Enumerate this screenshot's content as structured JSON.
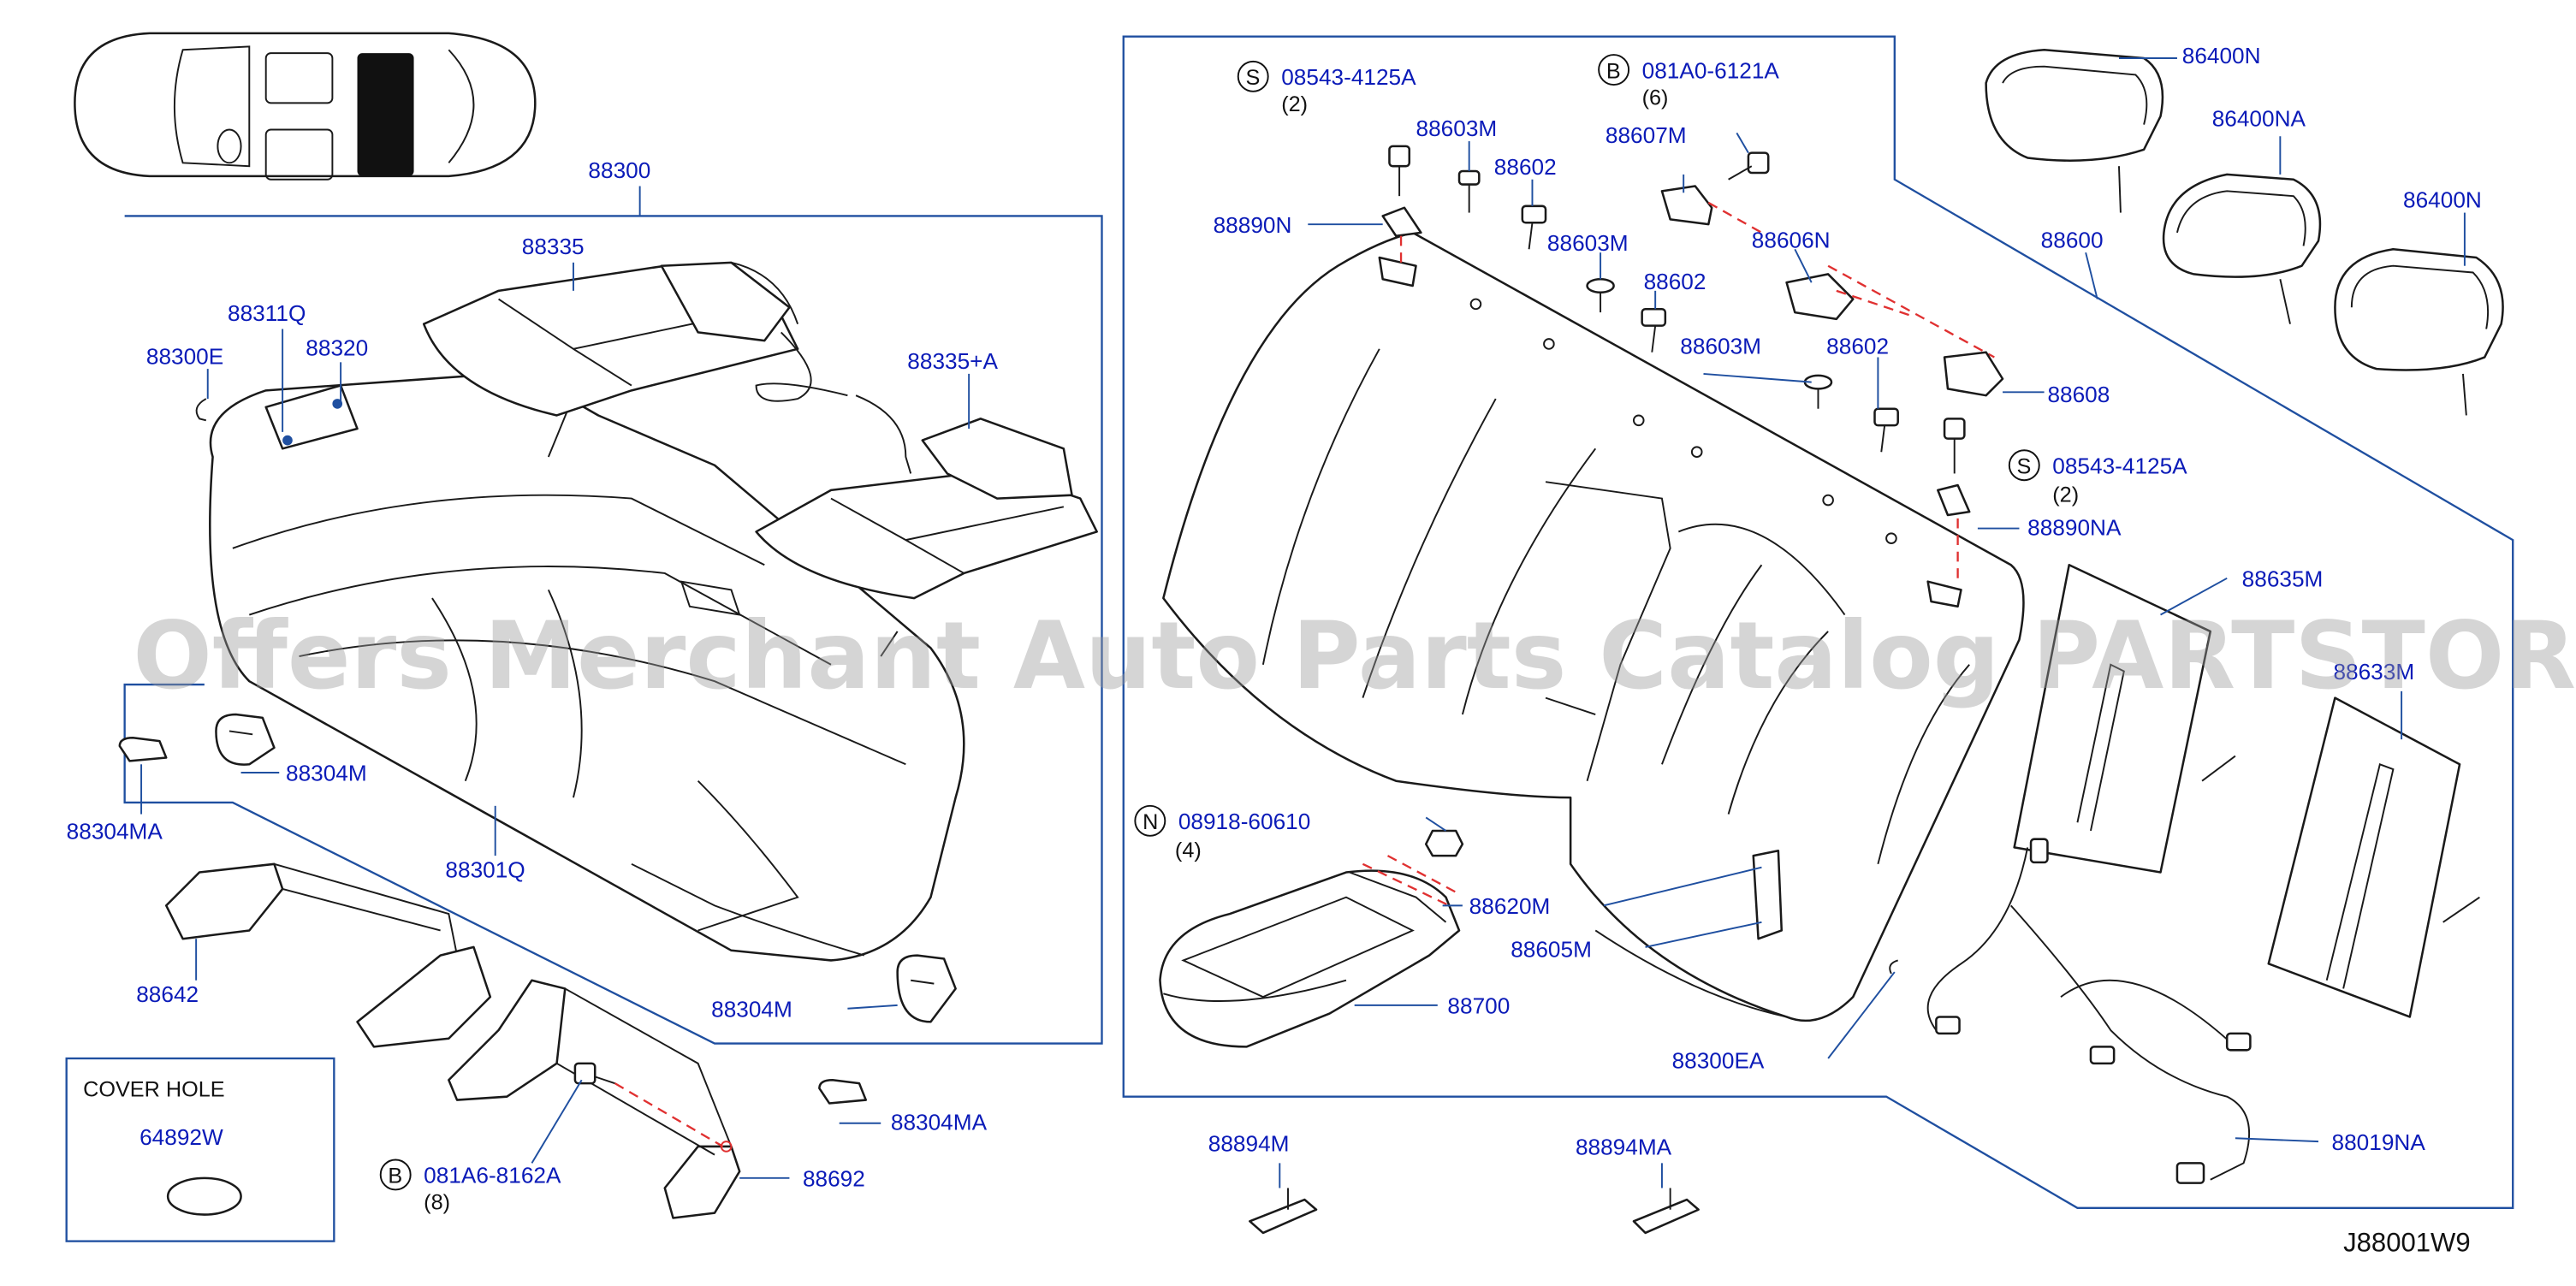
{
  "callouts": {
    "p88300": "88300",
    "p88335": "88335",
    "p88311Q": "88311Q",
    "p88320": "88320",
    "p88300E": "88300E",
    "p88335A": "88335+A",
    "p88304M_a": "88304M",
    "p88304MA_a": "88304MA",
    "p88301Q": "88301Q",
    "p88642": "88642",
    "p88304M_b": "88304M",
    "p88304MA_b": "88304MA",
    "p88692": "88692",
    "b081A6": "081A6-8162A",
    "b081A6_qty": "(8)",
    "s08543_top": "08543-4125A",
    "s08543_top_qty": "(2)",
    "p88603M_a": "88603M",
    "p88602_a": "88602",
    "p88890N": "88890N",
    "b081A0": "081A0-6121A",
    "b081A0_qty": "(6)",
    "p88607M": "88607M",
    "p88603M_b": "88603M",
    "p88602_b": "88602",
    "p88606N": "88606N",
    "p88603M_c": "88603M",
    "p88602_c": "88602",
    "p88608": "88608",
    "s08543_bot": "08543-4125A",
    "s08543_bot_qty": "(2)",
    "p88890NA": "88890NA",
    "p88600": "88600",
    "p86400N_a": "86400N",
    "p86400NA": "86400NA",
    "p86400N_b": "86400N",
    "p88635M_a": "88635M",
    "p88635M_b": "88633M",
    "n08918": "08918-60610",
    "n08918_qty": "(4)",
    "p88620M": "88620M",
    "p88605M": "88605M",
    "p88700": "88700",
    "p88300EA": "88300EA",
    "p88019NA": "88019NA",
    "p88894M": "88894M",
    "p88894MA": "88894MA"
  },
  "markers": {
    "s": "S",
    "b": "B",
    "n": "N"
  },
  "cover_hole": {
    "heading": "COVER   HOLE",
    "part": "64892W"
  },
  "watermark": "Offers Merchant Auto Parts Catalog PARTSTORE.SA",
  "drawing_ref": "J88001W9",
  "colors": {
    "label": "#0b1bb8",
    "frame": "#1f4fa0",
    "dash": "#e03030"
  }
}
